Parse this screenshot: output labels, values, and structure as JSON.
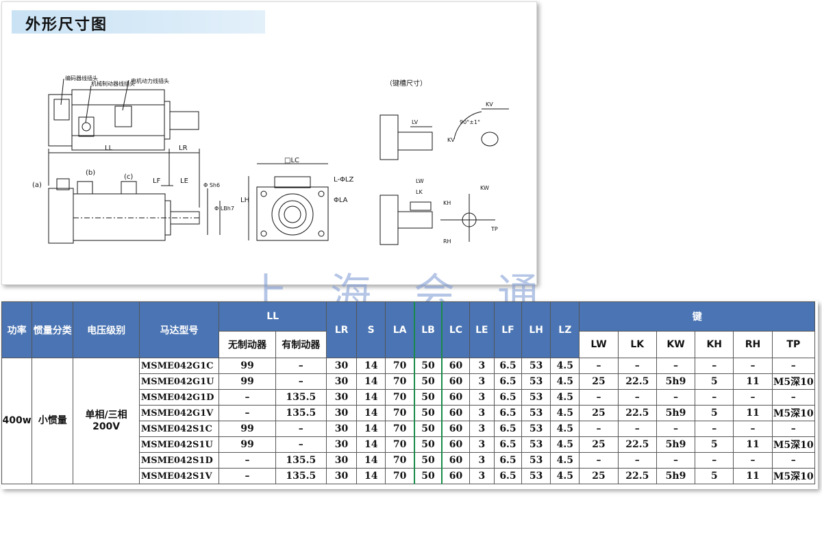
{
  "header": {
    "title": "外形尺寸图"
  },
  "drawing": {
    "keyway_caption": "（键槽尺寸）",
    "connector_labels": [
      "编码器线插头",
      "机械制动器线插头",
      "电机动力线插头"
    ],
    "dim_labels": {
      "LL": "LL",
      "LR": "LR",
      "LF": "LF",
      "LE": "LE",
      "S": "Φ Sh6",
      "LB": "Φ LBh7",
      "LC": "□LC",
      "LH": "LH",
      "LZ": "L-ΦLZ",
      "LA": "ΦLA",
      "LV": "LV",
      "KV": "KV",
      "KV2": "KV",
      "LW": "LW",
      "LK": "LK",
      "KW": "KW",
      "KH": "KH",
      "RH": "RH",
      "TP": "TP",
      "angle": "90°±1°",
      "a": "(a)",
      "b": "(b)",
      "c": "(c)"
    }
  },
  "watermark": "上海会通",
  "table": {
    "headers": {
      "power": "功率",
      "inertia": "惯量分类",
      "voltage": "电压级别",
      "model": "马达型号",
      "LL": "LL",
      "LL_no_brake": "无制动器",
      "LL_brake": "有制动器",
      "LR": "LR",
      "S": "S",
      "LA": "LA",
      "LB": "LB",
      "LC": "LC",
      "LE": "LE",
      "LF": "LF",
      "LH": "LH",
      "LZ": "LZ",
      "key": "键",
      "LW": "LW",
      "LK": "LK",
      "KW": "KW",
      "KH": "KH",
      "RH": "RH",
      "TP": "TP"
    },
    "group": {
      "power": "400w",
      "inertia": "小惯量",
      "voltage": "单相/三相 200V"
    },
    "rows": [
      {
        "model": "MSME042G1C",
        "ll_nb": "99",
        "ll_b": "–",
        "lr": "30",
        "s": "14",
        "la": "70",
        "lb": "50",
        "lc": "60",
        "le": "3",
        "lf": "6.5",
        "lh": "53",
        "lz": "4.5",
        "lw": "–",
        "lk": "–",
        "kw": "–",
        "kh": "–",
        "rh": "–",
        "tp": "–"
      },
      {
        "model": "MSME042G1U",
        "ll_nb": "99",
        "ll_b": "–",
        "lr": "30",
        "s": "14",
        "la": "70",
        "lb": "50",
        "lc": "60",
        "le": "3",
        "lf": "6.5",
        "lh": "53",
        "lz": "4.5",
        "lw": "25",
        "lk": "22.5",
        "kw": "5h9",
        "kh": "5",
        "rh": "11",
        "tp": "M5深10"
      },
      {
        "model": "MSME042G1D",
        "ll_nb": "–",
        "ll_b": "135.5",
        "lr": "30",
        "s": "14",
        "la": "70",
        "lb": "50",
        "lc": "60",
        "le": "3",
        "lf": "6.5",
        "lh": "53",
        "lz": "4.5",
        "lw": "–",
        "lk": "–",
        "kw": "–",
        "kh": "–",
        "rh": "–",
        "tp": "–"
      },
      {
        "model": "MSME042G1V",
        "ll_nb": "–",
        "ll_b": "135.5",
        "lr": "30",
        "s": "14",
        "la": "70",
        "lb": "50",
        "lc": "60",
        "le": "3",
        "lf": "6.5",
        "lh": "53",
        "lz": "4.5",
        "lw": "25",
        "lk": "22.5",
        "kw": "5h9",
        "kh": "5",
        "rh": "11",
        "tp": "M5深10"
      },
      {
        "model": "MSME042S1C",
        "ll_nb": "99",
        "ll_b": "–",
        "lr": "30",
        "s": "14",
        "la": "70",
        "lb": "50",
        "lc": "60",
        "le": "3",
        "lf": "6.5",
        "lh": "53",
        "lz": "4.5",
        "lw": "–",
        "lk": "–",
        "kw": "–",
        "kh": "–",
        "rh": "–",
        "tp": "–"
      },
      {
        "model": "MSME042S1U",
        "ll_nb": "99",
        "ll_b": "–",
        "lr": "30",
        "s": "14",
        "la": "70",
        "lb": "50",
        "lc": "60",
        "le": "3",
        "lf": "6.5",
        "lh": "53",
        "lz": "4.5",
        "lw": "25",
        "lk": "22.5",
        "kw": "5h9",
        "kh": "5",
        "rh": "11",
        "tp": "M5深10"
      },
      {
        "model": "MSME042S1D",
        "ll_nb": "–",
        "ll_b": "135.5",
        "lr": "30",
        "s": "14",
        "la": "70",
        "lb": "50",
        "lc": "60",
        "le": "3",
        "lf": "6.5",
        "lh": "53",
        "lz": "4.5",
        "lw": "–",
        "lk": "–",
        "kw": "–",
        "kh": "–",
        "rh": "–",
        "tp": "–"
      },
      {
        "model": "MSME042S1V",
        "ll_nb": "–",
        "ll_b": "135.5",
        "lr": "30",
        "s": "14",
        "la": "70",
        "lb": "50",
        "lc": "60",
        "le": "3",
        "lf": "6.5",
        "lh": "53",
        "lz": "4.5",
        "lw": "25",
        "lk": "22.5",
        "kw": "5h9",
        "kh": "5",
        "rh": "11",
        "tp": "M5深10"
      }
    ]
  },
  "colors": {
    "header_bg": "#4a74b3",
    "title_bg": "#c9e2f4",
    "watermark": "#7896d2",
    "lb_border": "#1a8a4a"
  }
}
